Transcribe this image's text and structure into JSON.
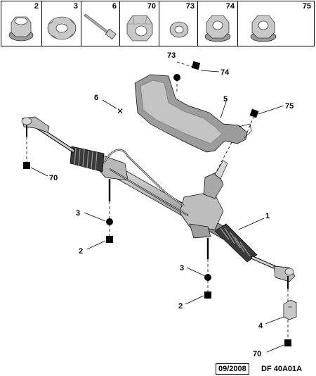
{
  "parts_strip": [
    {
      "number": "2",
      "icon": "flange-nut-icon"
    },
    {
      "number": "3",
      "icon": "washer-icon"
    },
    {
      "number": "6",
      "icon": "bolt-icon"
    },
    {
      "number": "70",
      "icon": "nut-icon"
    },
    {
      "number": "73",
      "icon": "flat-washer-icon"
    },
    {
      "number": "74",
      "icon": "hex-nut-icon"
    },
    {
      "number": "75",
      "icon": "hex-nut-icon"
    }
  ],
  "callouts": {
    "c73": "73",
    "c74": "74",
    "c6": "6",
    "c5": "5",
    "c75": "75",
    "c70a": "70",
    "c1": "1",
    "c3a": "3",
    "c2a": "2",
    "c3b": "3",
    "c2b": "2",
    "c4": "4",
    "c70b": "70"
  },
  "footer": {
    "date": "09/2008",
    "code": "DF 40A01A"
  },
  "colors": {
    "line": "#000000",
    "part_fill": "#c8c8c8",
    "part_shade": "#8a8a8a"
  }
}
